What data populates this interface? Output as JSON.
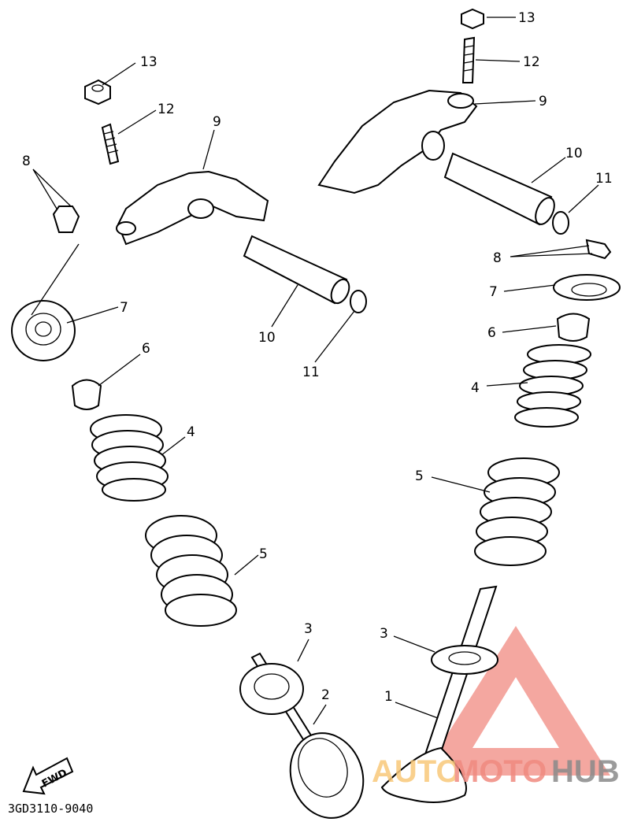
{
  "diagram": {
    "code": "3GD3110-9040",
    "fwd_label": "FWD",
    "left_labels": [
      "13",
      "12",
      "9",
      "8",
      "7",
      "10",
      "11",
      "6",
      "4",
      "5",
      "3",
      "2"
    ],
    "right_labels": [
      "13",
      "12",
      "9",
      "10",
      "11",
      "8",
      "7",
      "6",
      "4",
      "5",
      "3",
      "1"
    ]
  },
  "watermark": {
    "part1": "AUTO",
    "part2": "MOTO",
    "part3": "HUB",
    "colors": {
      "auto": "#f9c87a",
      "moto": "#f08a80",
      "hub": "#8a8a8a",
      "triangle": "#f08a80"
    }
  }
}
